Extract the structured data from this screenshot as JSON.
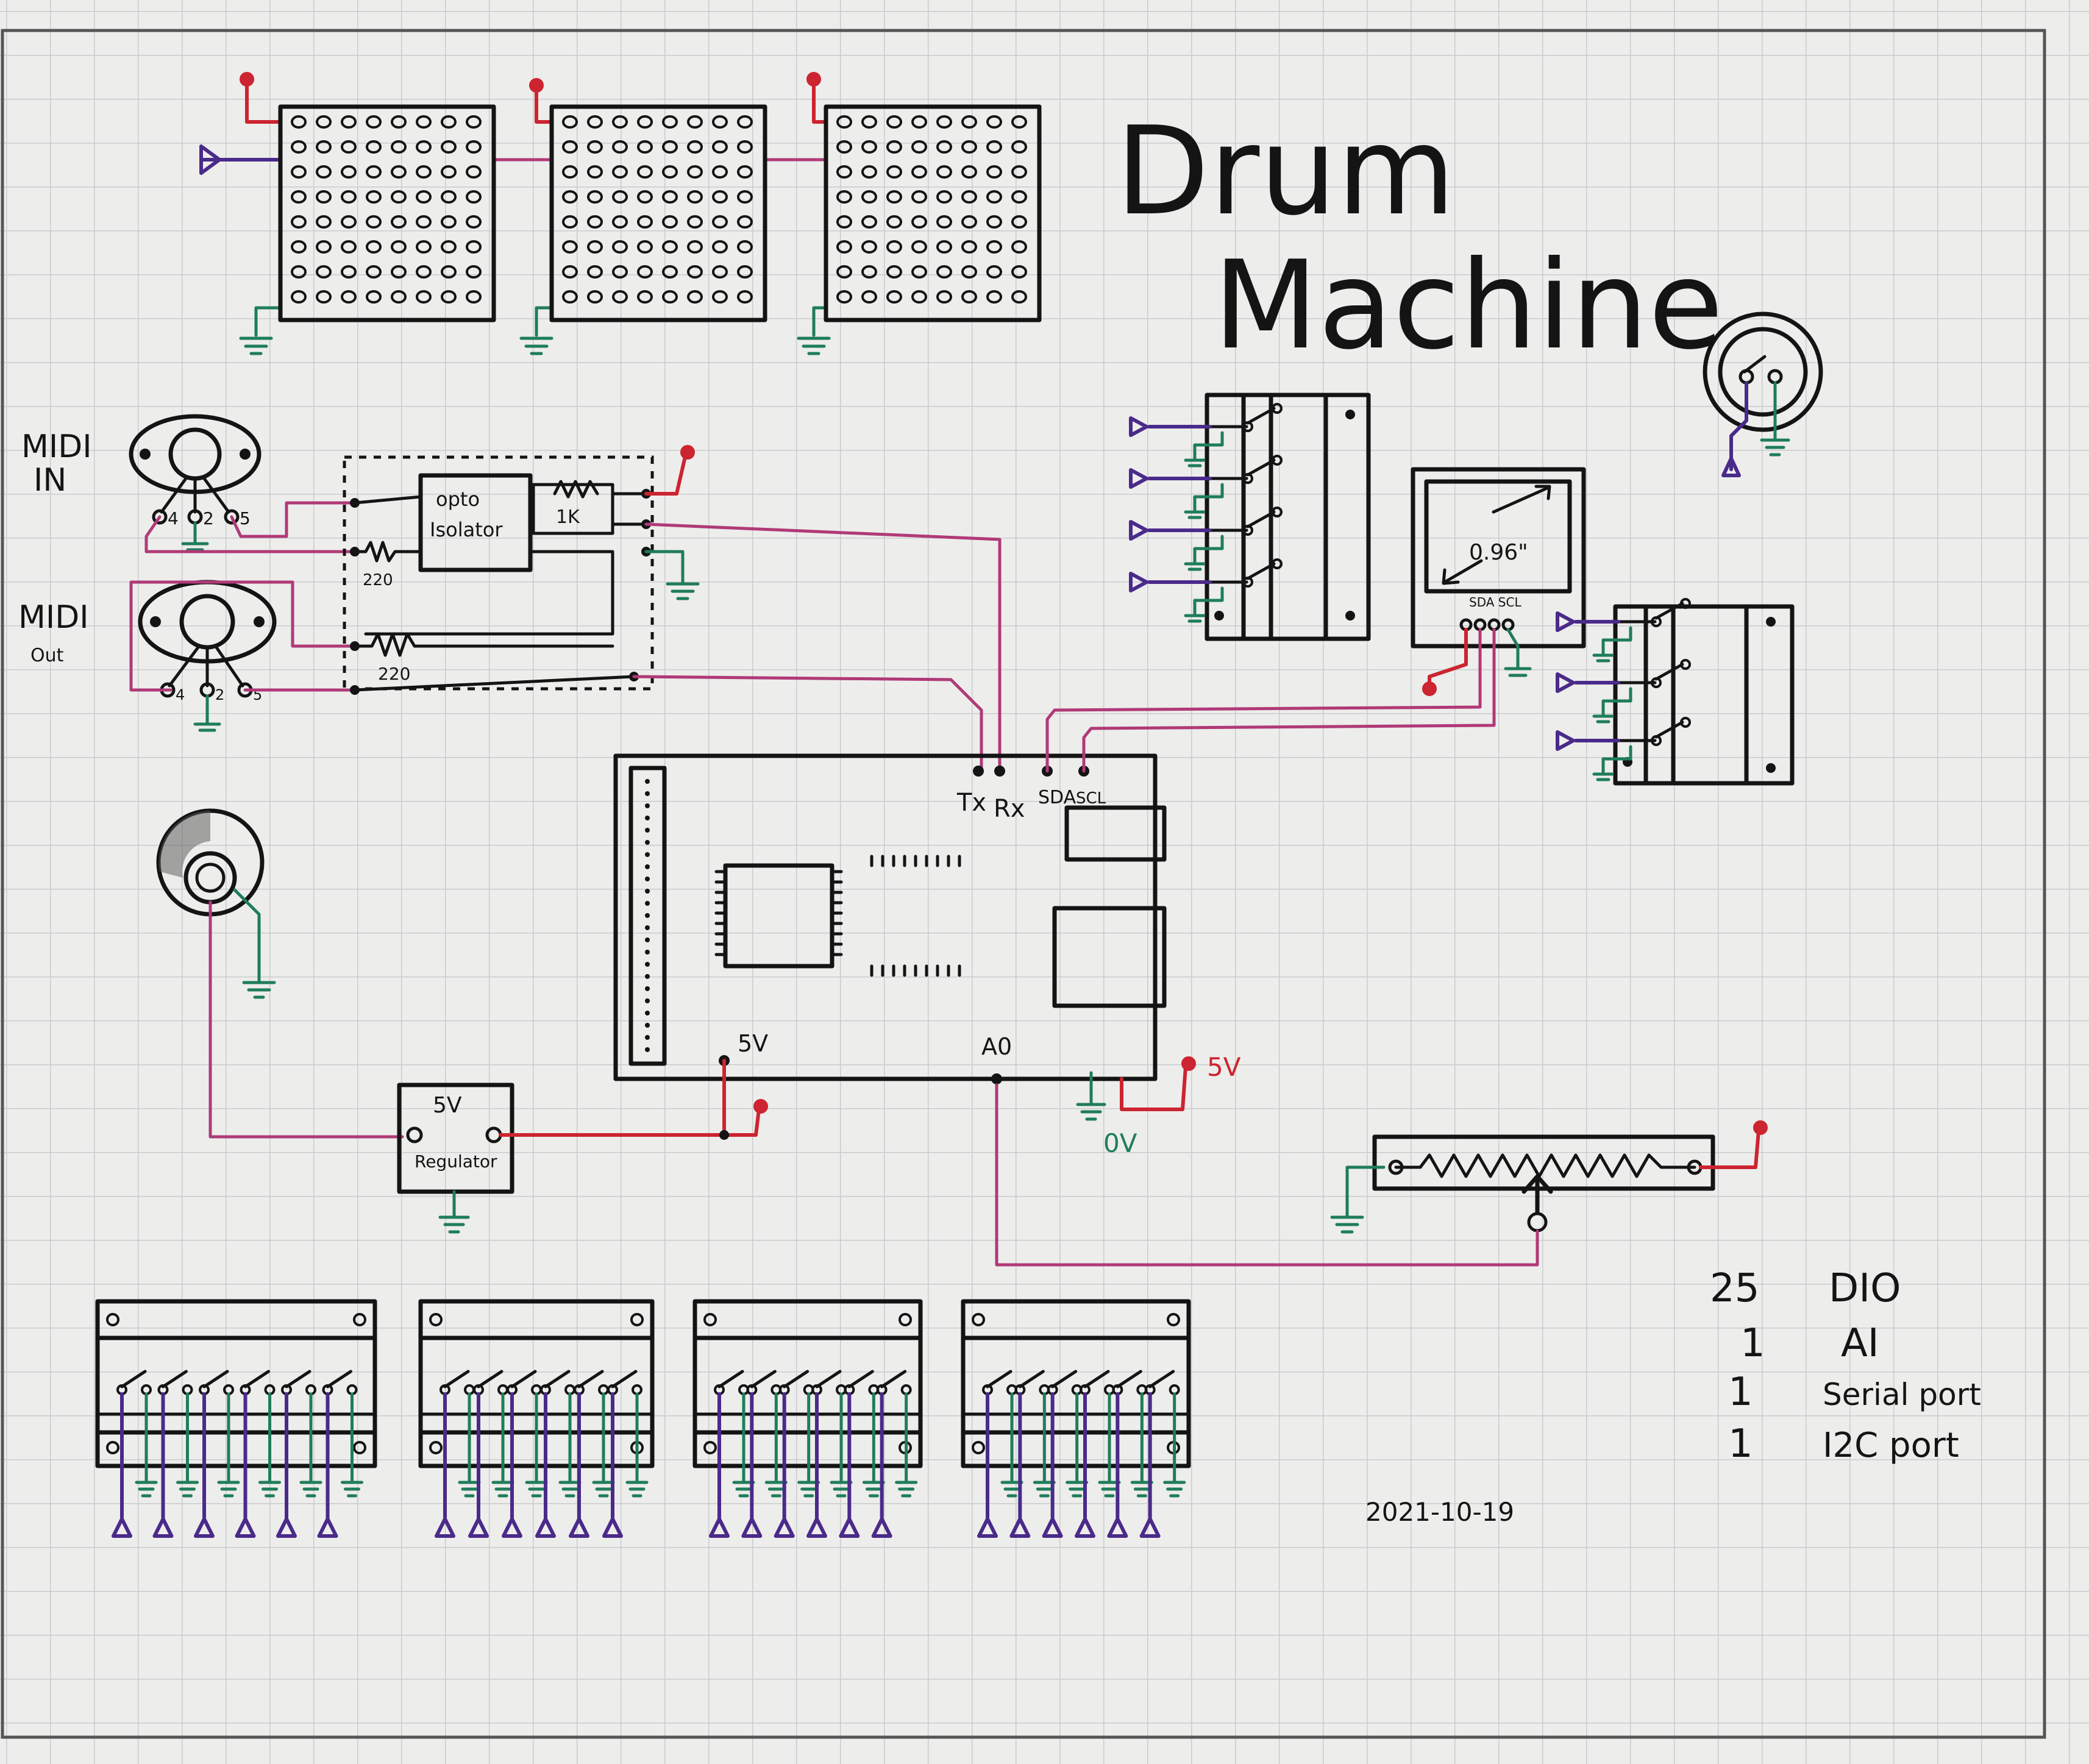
{
  "title": {
    "line1": "Drum",
    "line2": "Machine"
  },
  "date": "2021-10-19",
  "midi": {
    "in_line1": "MIDI",
    "in_line2": "IN",
    "out_line1": "MIDI",
    "out_line2": "Out",
    "in_pins": [
      "4",
      "2",
      "5"
    ],
    "out_pins": [
      "4",
      "2",
      "5"
    ]
  },
  "opto": {
    "line1": "opto",
    "line2": "Isolator",
    "r_input": "220",
    "r_output": "220",
    "r_pullup": "1K"
  },
  "mcu_pins": {
    "tx": "Tx",
    "rx": "Rx",
    "sda": "SDA",
    "scl": "SCL",
    "v5": "5V",
    "a0": "A0"
  },
  "power": {
    "v5_right": "5V",
    "ground_label": "0V"
  },
  "regulator": {
    "line1": "5V",
    "line2": "Regulator"
  },
  "oled": {
    "size": "0.96\"",
    "pins": "SDA SCL"
  },
  "io_summary": [
    {
      "count": "25",
      "label": "DIO"
    },
    {
      "count": "1",
      "label": "AI"
    },
    {
      "count": "1",
      "label": "Serial port"
    },
    {
      "count": "1",
      "label": "I2C port"
    }
  ],
  "colors": {
    "ink": "#141414",
    "power": "#cc2430",
    "signal": "#b03a78",
    "input": "#4a2a8a",
    "ground": "#1f7d5a",
    "paper": "#ededeb",
    "grid": "#c9cbcf"
  }
}
